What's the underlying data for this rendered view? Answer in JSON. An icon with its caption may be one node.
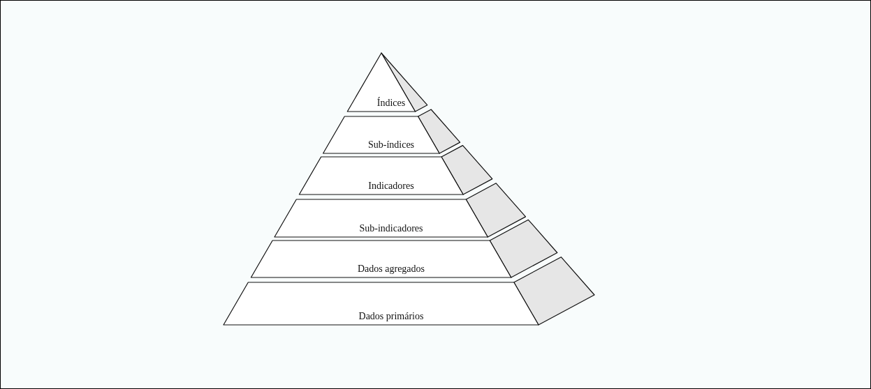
{
  "diagram": {
    "nodes": [
      {
        "text": [
          "Índices"
        ]
      },
      {
        "text": [
          "Sub-índices"
        ]
      },
      {
        "text": [
          "Indicadores"
        ]
      },
      {
        "text": [
          "Sub-indicadores"
        ]
      },
      {
        "text": [
          "Dados agregados"
        ]
      },
      {
        "text": [
          "Dados primários"
        ]
      }
    ]
  }
}
